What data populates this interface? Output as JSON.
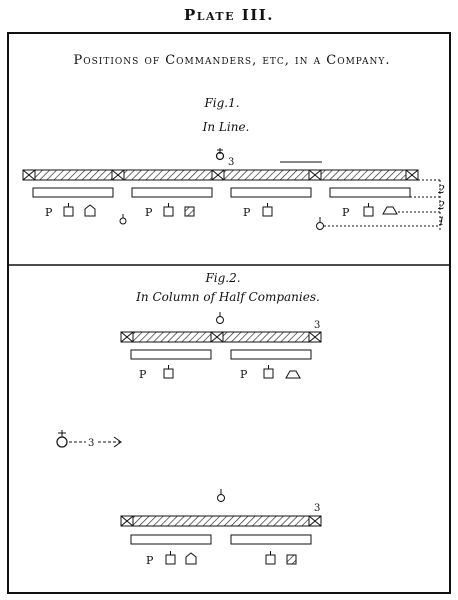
{
  "plate_title": "Plate III.",
  "main_title": "Positions of Commanders, etc, in a Company.",
  "fig1": {
    "caption": "Fig.1.",
    "subtitle": "In Line.",
    "center_number": "3",
    "markers": [
      "P",
      "",
      "",
      "P",
      "",
      "",
      "P",
      "",
      "P",
      "",
      ""
    ],
    "right_numbers": [
      "2",
      "2",
      "1"
    ]
  },
  "fig2": {
    "caption": "Fig.2.",
    "subtitle": "In Column of Half Companies.",
    "side_arrow_number": "3",
    "top_right_number": "3",
    "bottom_right_number": "3"
  },
  "symbols": {
    "commander": "officer-circle-icon",
    "sergeant_1": "house-icon",
    "sergeant_2": "hatched-square-icon",
    "guide": "cross-square-icon"
  },
  "colors": {
    "ink": "#111111",
    "paper": "#ffffff"
  }
}
